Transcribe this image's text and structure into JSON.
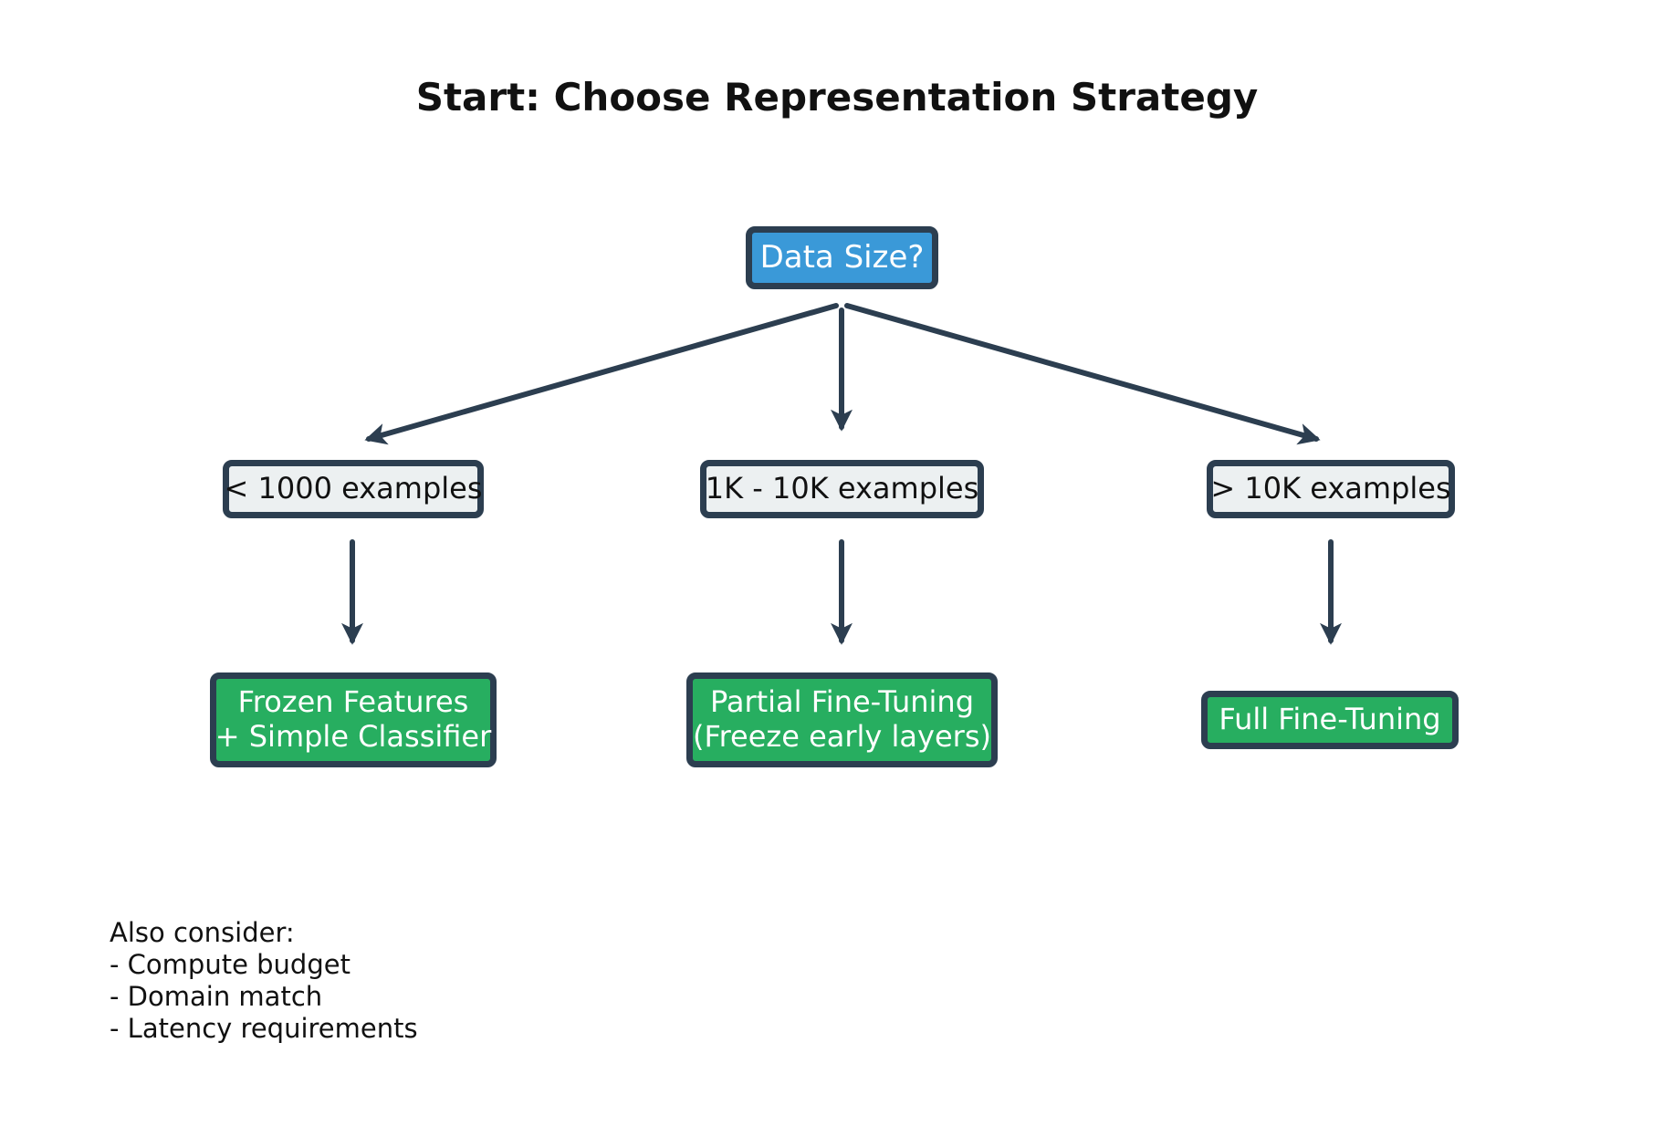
{
  "title": "Start: Choose Representation Strategy",
  "decision": {
    "label": "Data Size?"
  },
  "branches": [
    {
      "label": "< 1000 examples"
    },
    {
      "label": "1K - 10K examples"
    },
    {
      "label": "> 10K examples"
    }
  ],
  "results": [
    {
      "lines": [
        "Frozen Features",
        "+ Simple Classifier"
      ]
    },
    {
      "lines": [
        "Partial Fine-Tuning",
        "(Freeze early layers)"
      ]
    },
    {
      "lines": [
        "Full Fine-Tuning"
      ]
    }
  ],
  "note": {
    "heading": "Also consider:",
    "items": [
      "- Compute budget",
      "- Domain match",
      "- Latency requirements"
    ]
  },
  "colors": {
    "decision_fill": "#3a99d8",
    "branch_fill": "#ecf0f1",
    "result_fill": "#27ae60",
    "outline": "#2c3e50"
  }
}
